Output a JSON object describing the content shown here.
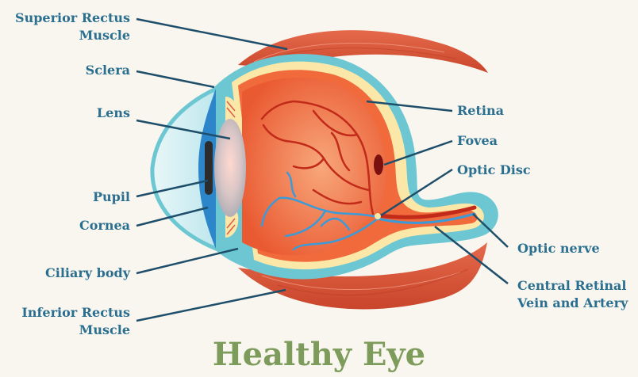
{
  "title": "Healthy Eye",
  "labels": {
    "superior_rectus": "Superior Rectus\nMuscle",
    "sclera": "Sclera",
    "lens": "Lens",
    "pupil": "Pupil",
    "cornea": "Cornea",
    "ciliary_body": "Ciliary body",
    "inferior_rectus": "Inferior Rectus\nMuscle",
    "retina": "Retina",
    "fovea": "Fovea",
    "optic_disc": "Optic Disc",
    "optic_nerve": "Optic nerve",
    "central_retinal": "Central Retinal\nVein and Artery"
  },
  "colors": {
    "label_text": "#2b6f90",
    "title_text": "#7d9c5b",
    "background": "#f8f6ee",
    "muscle": "#e36a4a",
    "sclera_outer": "#6cc7d2",
    "retina": "#fbe7a8",
    "choroid": "#f06a3c",
    "vitreous": "#f48a5e",
    "vein": "#3b9bd8",
    "artery": "#c22a1a"
  }
}
